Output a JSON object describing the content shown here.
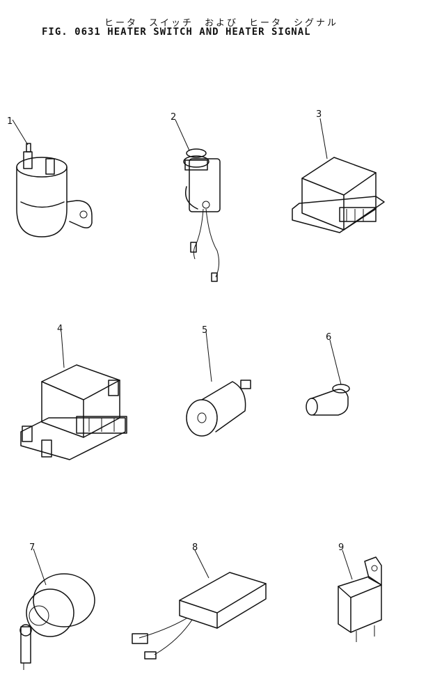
{
  "header": {
    "title_japanese": "ヒータ　スイッチ　および　ヒータ　シグナル",
    "title_english": "FIG. 0631  HEATER SWITCH AND HEATER SIGNAL"
  },
  "callouts": [
    "1",
    "2",
    "3",
    "4",
    "5",
    "6",
    "7",
    "8",
    "9"
  ]
}
